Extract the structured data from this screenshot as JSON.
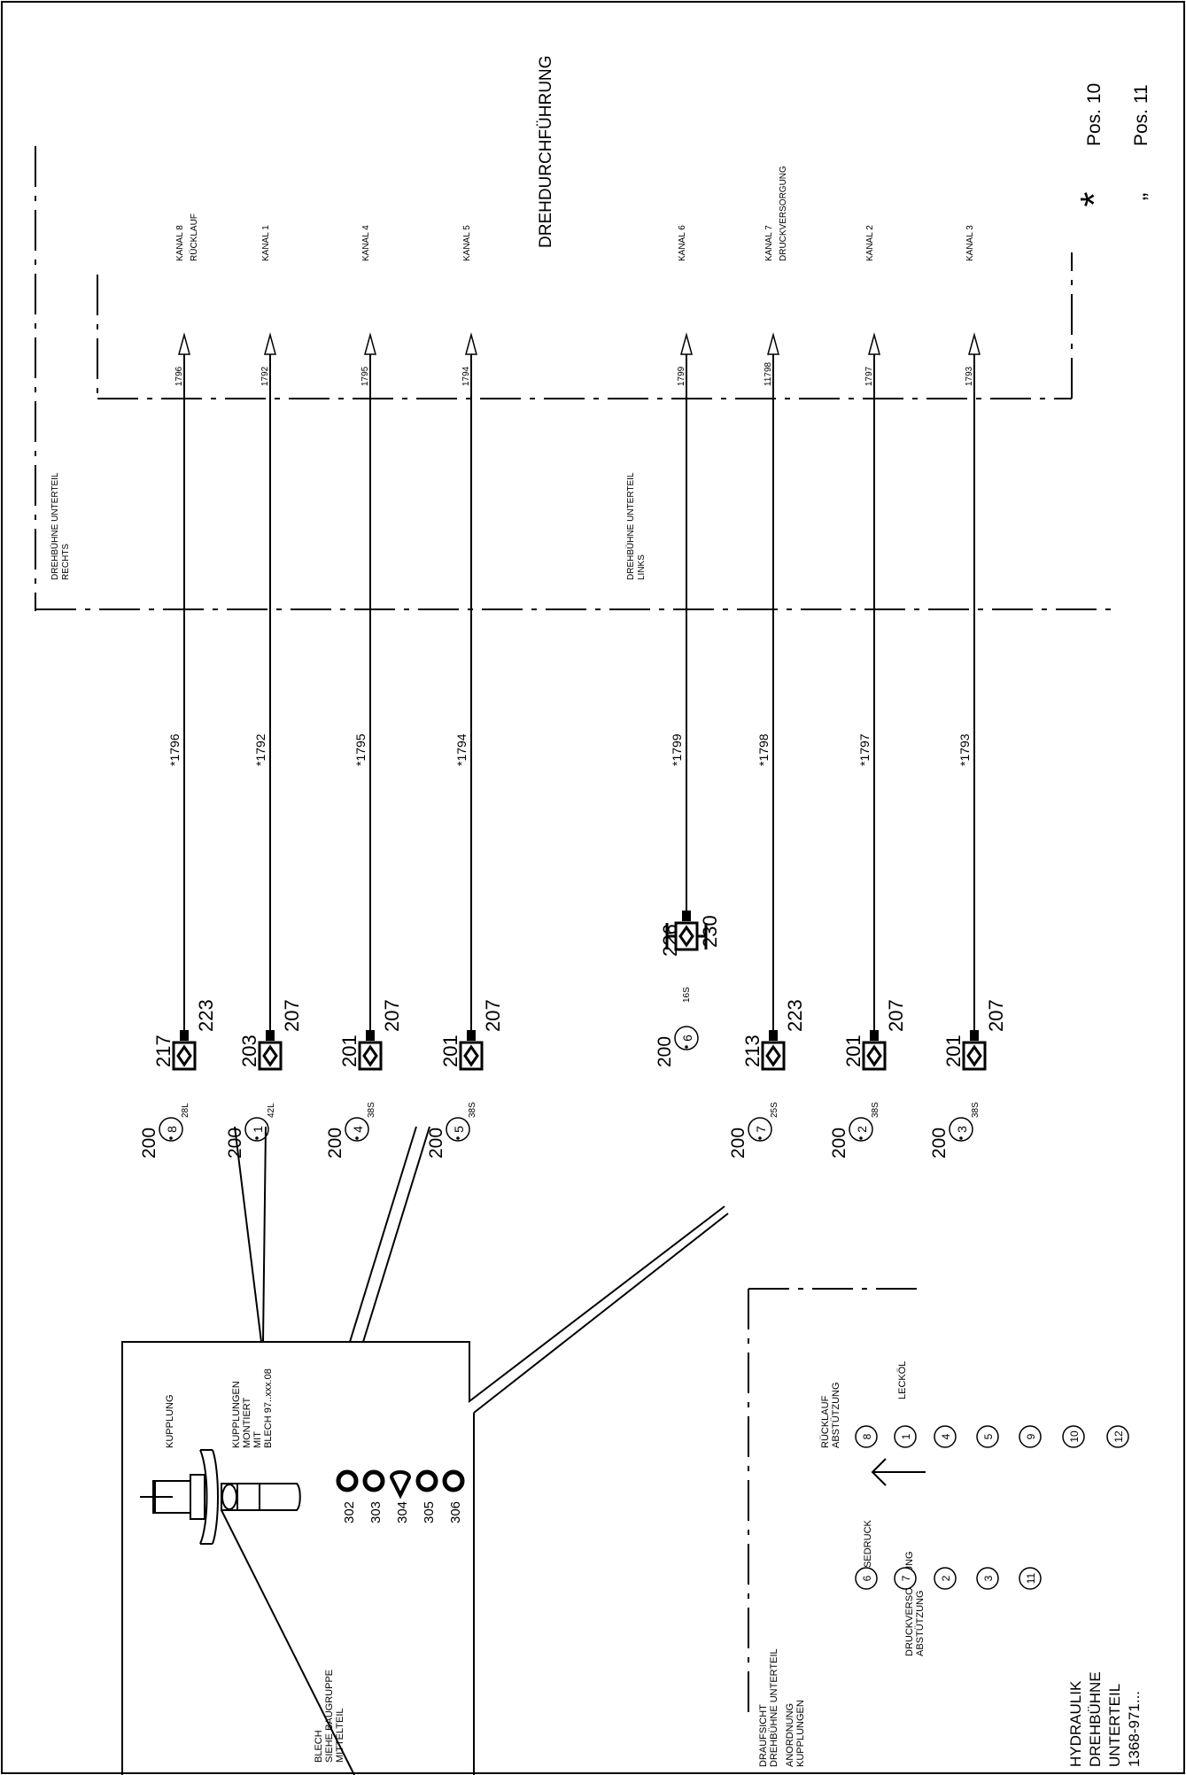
{
  "title": "DREHDURCHFÜHRUNG",
  "legend": {
    "star_symbol": "*",
    "star_label": "Pos. 10",
    "quote_symbol": "„",
    "quote_label": "Pos. 11"
  },
  "lines": [
    {
      "kanal": "KANAL 8",
      "sub": "RÜCKLAUF",
      "num_top": "1796",
      "num_mid": "*1796",
      "part_a": "217",
      "part_b": "223",
      "pos": "8",
      "size": "28L"
    },
    {
      "kanal": "KANAL 1",
      "sub": "",
      "num_top": "1792",
      "num_mid": "*1792",
      "part_a": "203",
      "part_b": "207",
      "pos": "1",
      "size": "42L"
    },
    {
      "kanal": "KANAL 4",
      "sub": "",
      "num_top": "1795",
      "num_mid": "*1795",
      "part_a": "201",
      "part_b": "207",
      "pos": "4",
      "size": "38S"
    },
    {
      "kanal": "KANAL 5",
      "sub": "",
      "num_top": "1794",
      "num_mid": "*1794",
      "part_a": "201",
      "part_b": "207",
      "pos": "5",
      "size": "38S"
    },
    {
      "kanal": "KANAL 6",
      "sub": "",
      "num_top": "1799",
      "num_mid": "*1799",
      "part_a": "226",
      "part_b": "230",
      "pos": "6",
      "size": "16S"
    },
    {
      "kanal": "KANAL 7",
      "sub": "DRUCKVERSORGUNG",
      "num_top": "11798",
      "num_mid": "*1798",
      "part_a": "213",
      "part_b": "223",
      "pos": "7",
      "size": "25S"
    },
    {
      "kanal": "KANAL 2",
      "sub": "",
      "num_top": "1797",
      "num_mid": "*1797",
      "part_a": "201",
      "part_b": "207",
      "pos": "2",
      "size": "38S"
    },
    {
      "kanal": "KANAL 3",
      "sub": "",
      "num_top": "1793",
      "num_mid": "*1793",
      "part_a": "201",
      "part_b": "207",
      "pos": "3",
      "size": "38S"
    }
  ],
  "pos_prefix": "200",
  "sections": {
    "right_l1": "DREHBÜHNE UNTERTEIL",
    "right_l2": "RECHTS",
    "left_l1": "DREHBÜHNE UNTERTEIL",
    "left_l2": "LINKS"
  },
  "detail": {
    "kupplung": "KUPPLUNG",
    "montiert": [
      "KUPPLUNGEN",
      "MONTIERT",
      "MIT",
      "BLECH 97..xxx.08"
    ],
    "blech": [
      "BLECH",
      "SIEHE BAUGRUPPE",
      "MITTELTEIL"
    ],
    "parts": [
      "302",
      "303",
      "304",
      "305",
      "306"
    ]
  },
  "topview": {
    "title": [
      "DRAUFSICHT",
      "DREHBÜHNE UNTERTEIL",
      "ANORDNUNG",
      "KUPPLUNGEN"
    ],
    "speisedruck": "SPEISEDRUCK",
    "druckversorgung": [
      "DRUCKVERSORGUNG",
      "ABSTÜTZUNG"
    ],
    "ruecklauf": [
      "RÜCKLAUF",
      "ABSTÜTZUNG"
    ],
    "leckoel": "LECKÖL",
    "left_col": [
      "6",
      "7",
      "2",
      "3",
      "11"
    ],
    "right_col": [
      "8",
      "1",
      "4",
      "5",
      "9",
      "10",
      "12"
    ]
  },
  "titleblock": [
    "HYDRAULIK",
    "DREHBÜHNE",
    "UNTERTEIL",
    "1368-971..."
  ]
}
